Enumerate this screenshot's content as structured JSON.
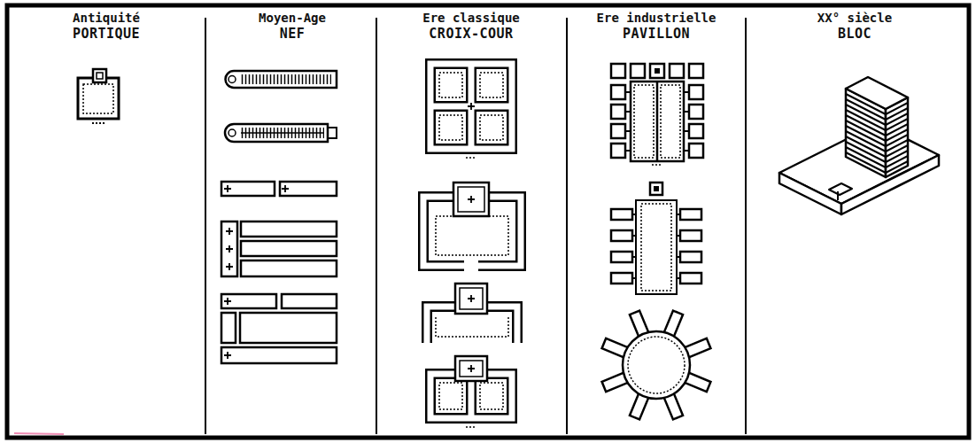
{
  "diagram": {
    "labels": [
      "Antiquité",
      "PORTIQUE",
      "Moyen-Age",
      "NEF",
      "Ere classique",
      "CROIX-COUR",
      "Ere industrielle",
      "PAVILLON",
      "XX° siècle",
      "BLOC"
    ]
  }
}
